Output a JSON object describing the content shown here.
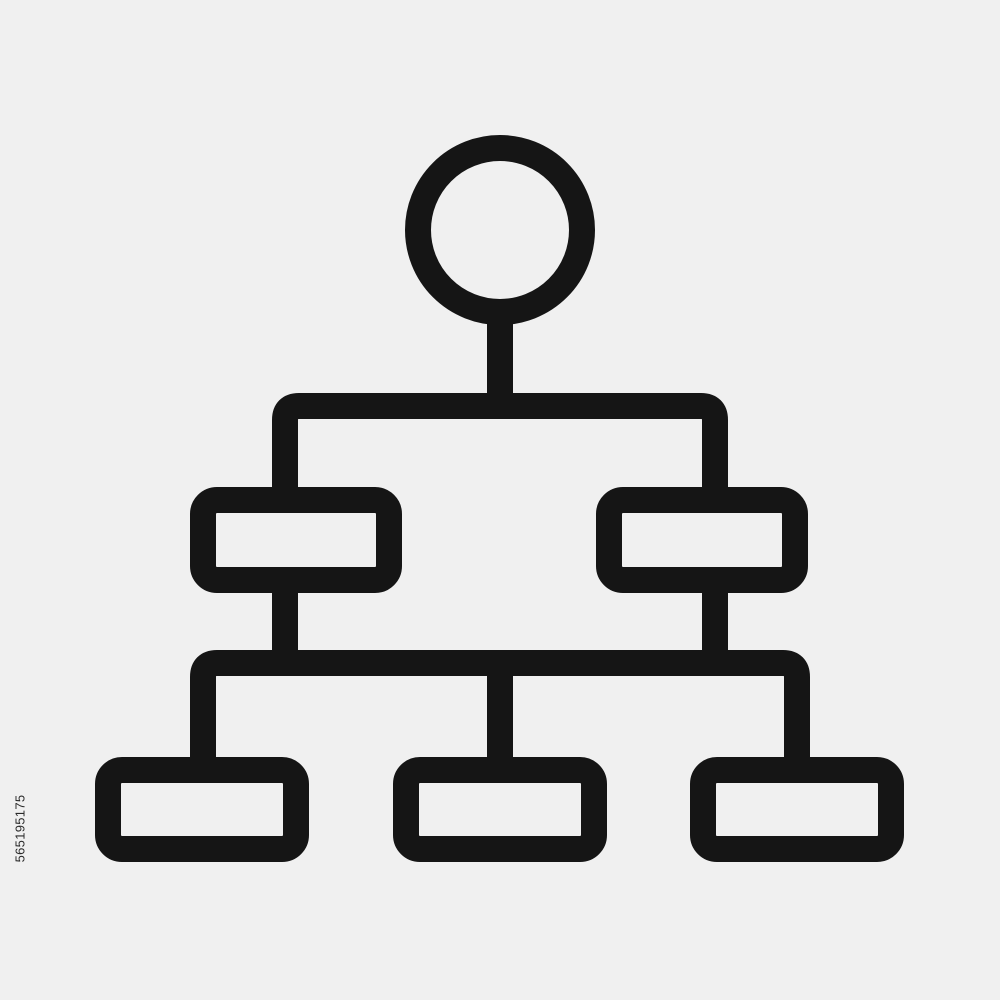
{
  "diagram": {
    "icon": "hierarchy-org-chart-icon",
    "colors": {
      "background": "#f0f0f0",
      "stroke": "#151515"
    },
    "nodes": {
      "root": "circle-node",
      "level1": [
        "left-box",
        "right-box"
      ],
      "level2": [
        "left-box",
        "middle-box",
        "right-box"
      ]
    }
  },
  "watermark": {
    "stock_id": "565195175"
  }
}
